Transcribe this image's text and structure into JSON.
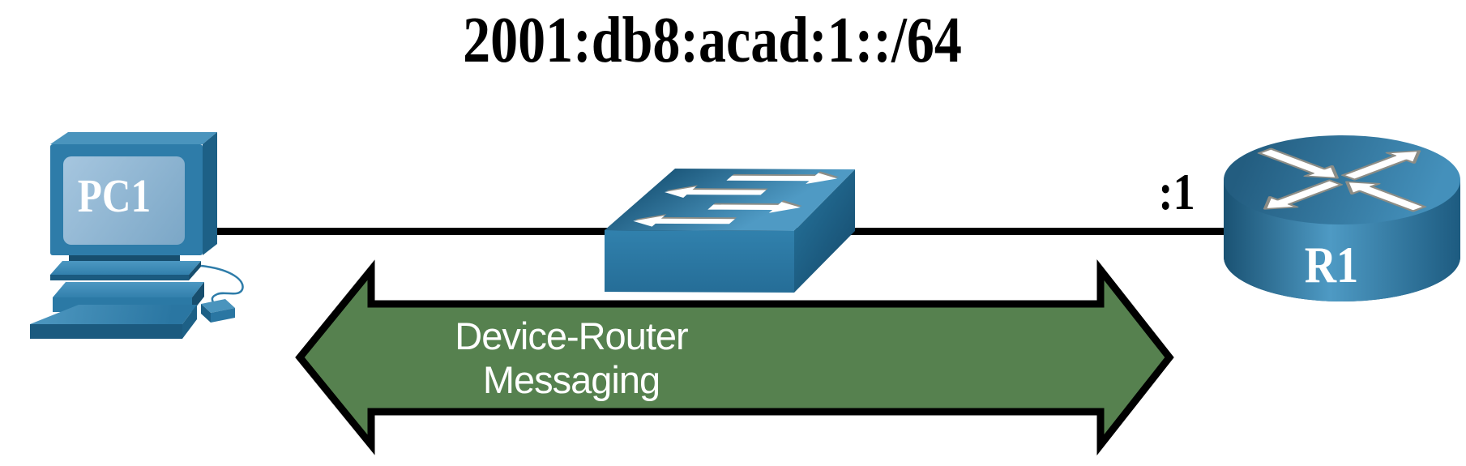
{
  "figure": {
    "title": "2001:db8:acad:1::/64"
  },
  "topology": {
    "pc": {
      "label": "PC1",
      "icon": "pc-icon"
    },
    "switch": {
      "icon": "switch-icon"
    },
    "router": {
      "label": "R1",
      "interface_address": ":1",
      "icon": "router-icon"
    },
    "cable": {
      "icon": "ethernet-link-line",
      "color": "#000000"
    }
  },
  "annotation_arrow": {
    "line1": "Device-Router",
    "line2": "Messaging",
    "fill": "#56814f",
    "outline": "#000000"
  },
  "colors": {
    "device_blue": "#2e7ca9",
    "device_blue_light": "#4f9ac4",
    "device_blue_dark": "#1d6086",
    "device_shadow": "#174e6e",
    "screen_blue": "#8fb6d3",
    "arrow_green": "#56814f",
    "cable_black": "#000000",
    "label_white": "#ffffff",
    "text_black": "#000000"
  }
}
